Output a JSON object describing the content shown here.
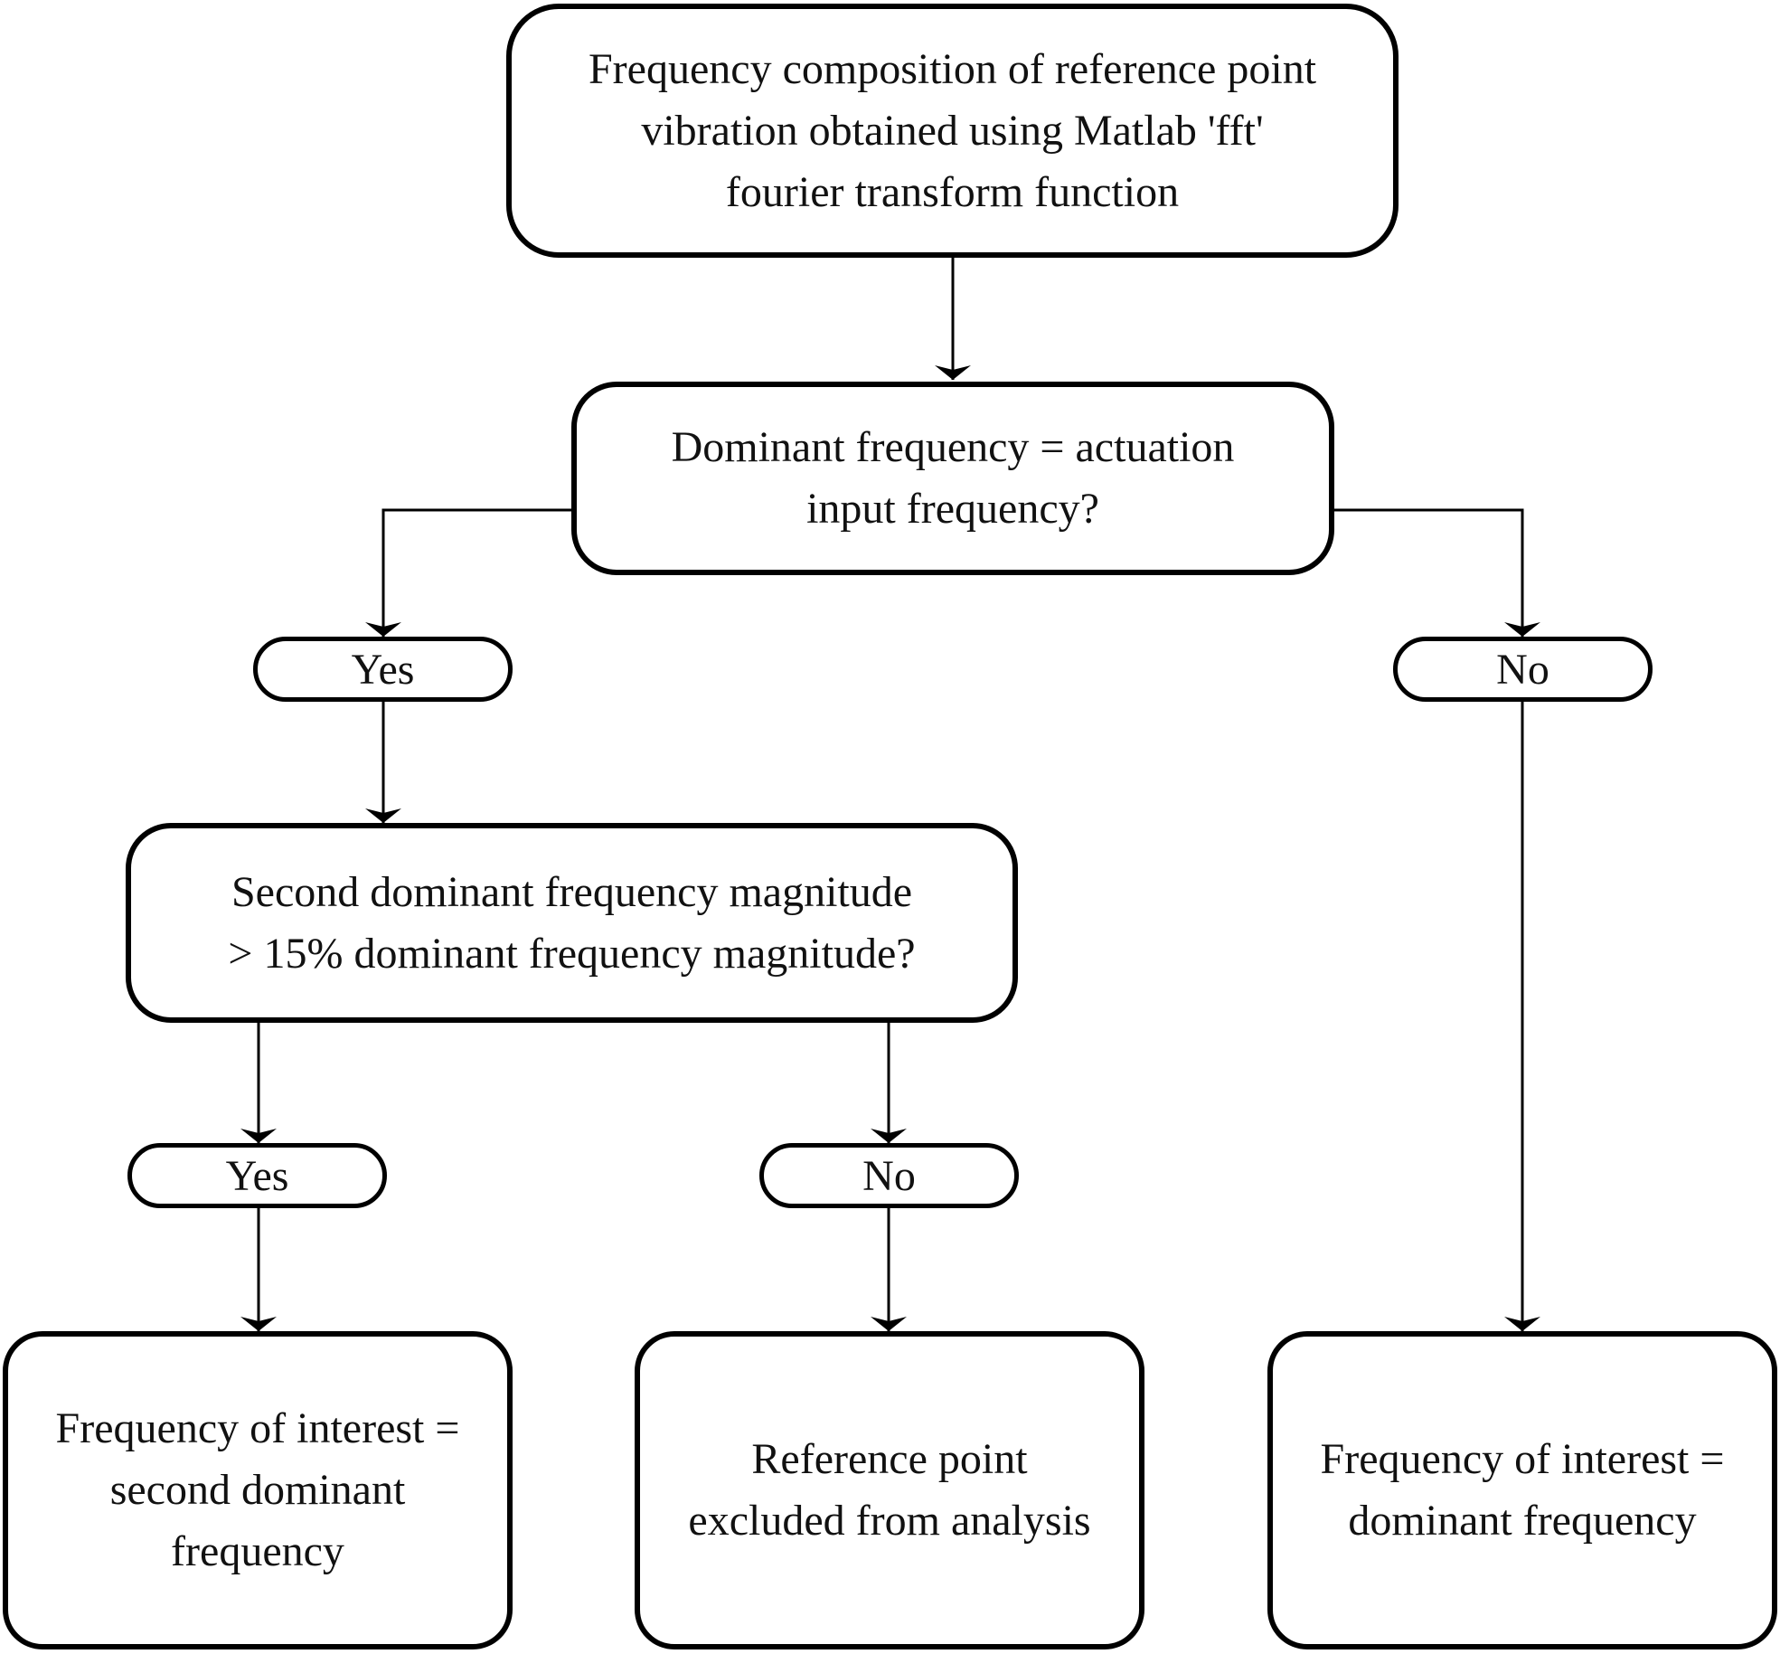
{
  "start": {
    "lines": [
      "Frequency composition of reference point",
      "vibration obtained using Matlab 'fft'",
      "fourier transform function"
    ]
  },
  "decision1": {
    "lines": [
      "Dominant frequency = actuation",
      "input frequency?"
    ]
  },
  "decision1_yes": "Yes",
  "decision1_no": "No",
  "decision2": {
    "lines": [
      "Second dominant frequency magnitude",
      "> 15% dominant frequency magnitude?"
    ]
  },
  "decision2_yes": "Yes",
  "decision2_no": "No",
  "outcome_second": {
    "lines": [
      "Frequency of interest =",
      "second dominant",
      "frequency"
    ]
  },
  "outcome_excluded": {
    "lines": [
      "Reference point",
      "excluded from analysis"
    ]
  },
  "outcome_dominant": {
    "lines": [
      "Frequency of interest =",
      "dominant frequency"
    ]
  }
}
